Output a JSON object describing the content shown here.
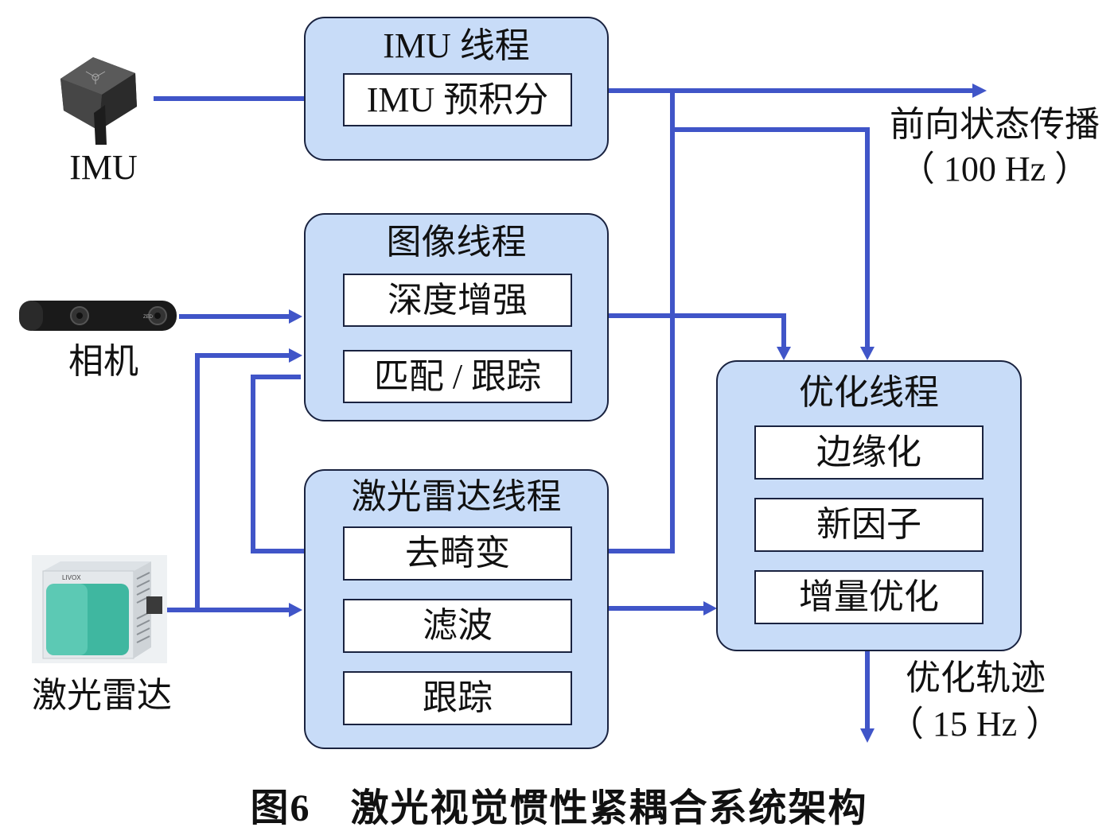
{
  "sensors": {
    "imu": {
      "label": "IMU",
      "icon": "imu-device-image"
    },
    "camera": {
      "label": "相机",
      "icon": "stereo-camera-image",
      "brand_text": "ZED"
    },
    "lidar": {
      "label": "激光雷达",
      "icon": "lidar-device-image",
      "brand_text": "LIVOX"
    }
  },
  "threads": {
    "imu": {
      "title": "IMU 线程",
      "steps": [
        "IMU 预积分"
      ]
    },
    "image": {
      "title": "图像线程",
      "steps": [
        "深度增强",
        "匹配 / 跟踪"
      ]
    },
    "lidar": {
      "title": "激光雷达线程",
      "steps": [
        "去畸变",
        "滤波",
        "跟踪"
      ]
    },
    "optimization": {
      "title": "优化线程",
      "steps": [
        "边缘化",
        "新因子",
        "增量优化"
      ]
    }
  },
  "outputs": {
    "forward": {
      "label": "前向状态传播",
      "rate": "（ 100 Hz ）"
    },
    "optimized": {
      "label": "优化轨迹",
      "rate": "（ 15 Hz ）"
    }
  },
  "colors": {
    "arrow": "#4055c8",
    "thread_fill": "#c8dcf8",
    "border": "#1a2340"
  },
  "caption": "图6　激光视觉惯性紧耦合系统架构"
}
